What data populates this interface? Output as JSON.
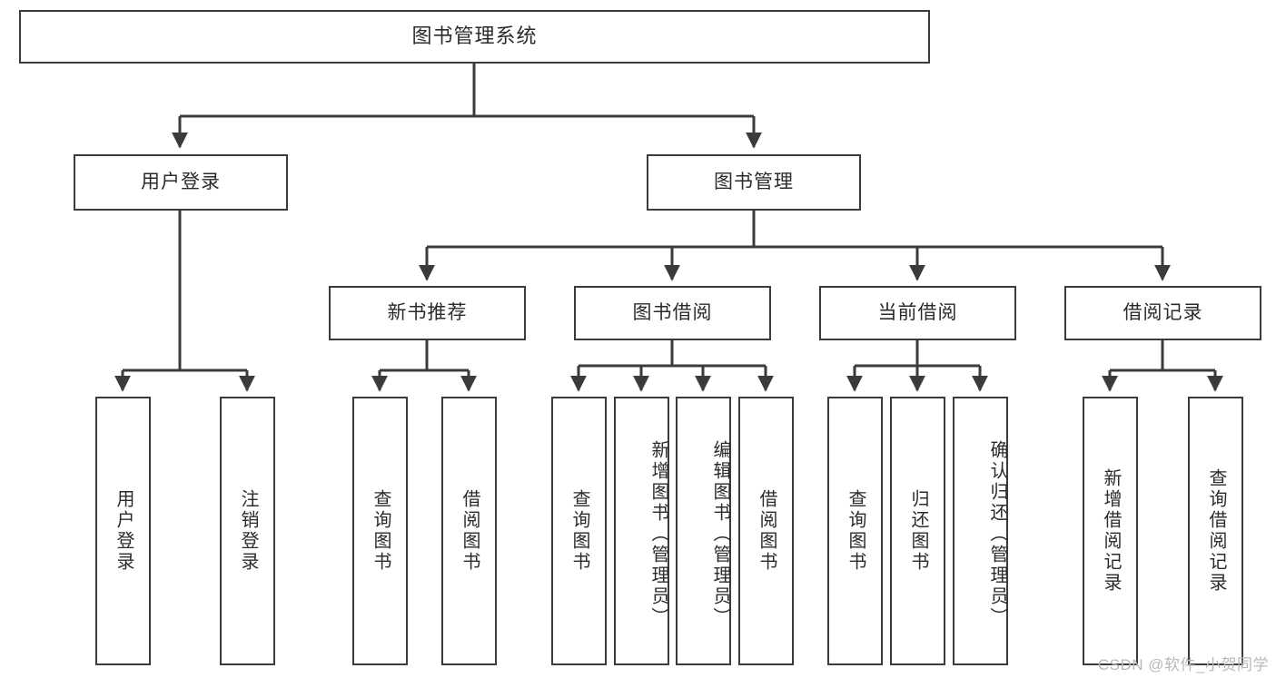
{
  "diagram": {
    "title_node": {
      "label": "图书管理系统"
    },
    "level2": [
      {
        "id": "user-login",
        "label": "用户登录"
      },
      {
        "id": "book-management",
        "label": "图书管理"
      }
    ],
    "level3": [
      {
        "id": "new-book-recommend",
        "label": "新书推荐"
      },
      {
        "id": "book-borrow",
        "label": "图书借阅"
      },
      {
        "id": "current-borrow",
        "label": "当前借阅"
      },
      {
        "id": "borrow-record",
        "label": "借阅记录"
      }
    ],
    "leaves": {
      "user_login": [
        {
          "id": "leaf-user-login",
          "label": "用户登录"
        },
        {
          "id": "leaf-logout-login",
          "label": "注销登录"
        }
      ],
      "new_book_recommend": [
        {
          "id": "leaf-query-book-1",
          "label": "查询图书"
        },
        {
          "id": "leaf-borrow-book-1",
          "label": "借阅图书"
        }
      ],
      "book_borrow": [
        {
          "id": "leaf-query-book-2",
          "label": "查询图书"
        },
        {
          "id": "leaf-add-book",
          "label": "新增图书（管理员）"
        },
        {
          "id": "leaf-edit-book",
          "label": "编辑图书（管理员）"
        },
        {
          "id": "leaf-borrow-book-2",
          "label": "借阅图书"
        }
      ],
      "current_borrow": [
        {
          "id": "leaf-query-book-3",
          "label": "查询图书"
        },
        {
          "id": "leaf-return-book",
          "label": "归还图书"
        },
        {
          "id": "leaf-confirm-return",
          "label": "确认归还（管理员）"
        }
      ],
      "borrow_record": [
        {
          "id": "leaf-add-record",
          "label": "新增借阅记录"
        },
        {
          "id": "leaf-query-record",
          "label": "查询借阅记录"
        }
      ]
    }
  },
  "watermark": {
    "text": "CSDN @软件_小贺同学"
  },
  "colors": {
    "stroke": "#3b3b3b",
    "text": "#2b2b2b",
    "background": "#ffffff",
    "watermark": "#b9b9b9"
  }
}
